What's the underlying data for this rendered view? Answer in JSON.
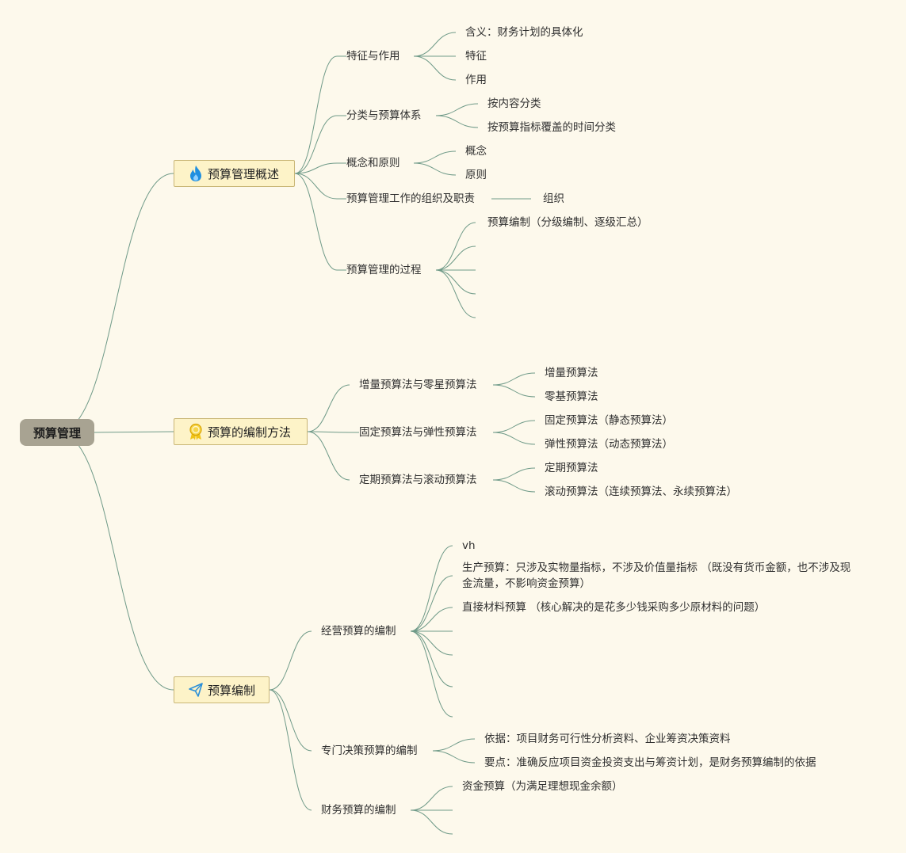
{
  "root": {
    "label": "预算管理"
  },
  "branches": [
    {
      "label": "预算管理概述",
      "icon": "flame-icon",
      "children": [
        {
          "label": "特征与作用",
          "children": [
            "含义：财务计划的具体化",
            "特征",
            "作用"
          ]
        },
        {
          "label": "分类与预算体系",
          "children": [
            "按内容分类",
            "按预算指标覆盖的时间分类"
          ]
        },
        {
          "label": "概念和原则",
          "children": [
            "概念",
            "原则"
          ]
        },
        {
          "label": "预算管理工作的组织及职责",
          "children": [
            "组织"
          ]
        },
        {
          "label": "预算管理的过程",
          "children": [
            "预算编制（分级编制、逐级汇总）",
            "",
            "",
            "",
            ""
          ]
        }
      ]
    },
    {
      "label": "预算的编制方法",
      "icon": "award-badge-icon",
      "children": [
        {
          "label": "增量预算法与零星预算法",
          "children": [
            "增量预算法",
            "零基预算法"
          ]
        },
        {
          "label": "固定预算法与弹性预算法",
          "children": [
            "固定预算法（静态预算法）",
            "弹性预算法（动态预算法）"
          ]
        },
        {
          "label": "定期预算法与滚动预算法",
          "children": [
            "定期预算法",
            "滚动预算法（连续预算法、永续预算法）"
          ]
        }
      ]
    },
    {
      "label": "预算编制",
      "icon": "paper-plane-icon",
      "children": [
        {
          "label": "经营预算的编制",
          "children": [
            "vh",
            "生产预算：只涉及实物量指标，不涉及价值量指标 （既没有货币金额，也不涉及现金流量，不影响资金预算）",
            "直接材料预算 （核心解决的是花多少钱采购多少原材料的问题）",
            "",
            "",
            "",
            ""
          ]
        },
        {
          "label": "专门决策预算的编制",
          "children": [
            "依据：项目财务可行性分析资料、企业筹资决策资料",
            "要点：准确反应项目资金投资支出与筹资计划，是财务预算编制的依据"
          ]
        },
        {
          "label": "财务预算的编制",
          "children": [
            "资金预算（为满足理想现金余额）",
            "",
            ""
          ]
        }
      ]
    }
  ],
  "colors": {
    "background": "#fdf9ec",
    "line": "#6f9a88",
    "root_fill": "#a8a392",
    "branch_fill": "#fdf3c8",
    "branch_border": "#c9b676"
  }
}
